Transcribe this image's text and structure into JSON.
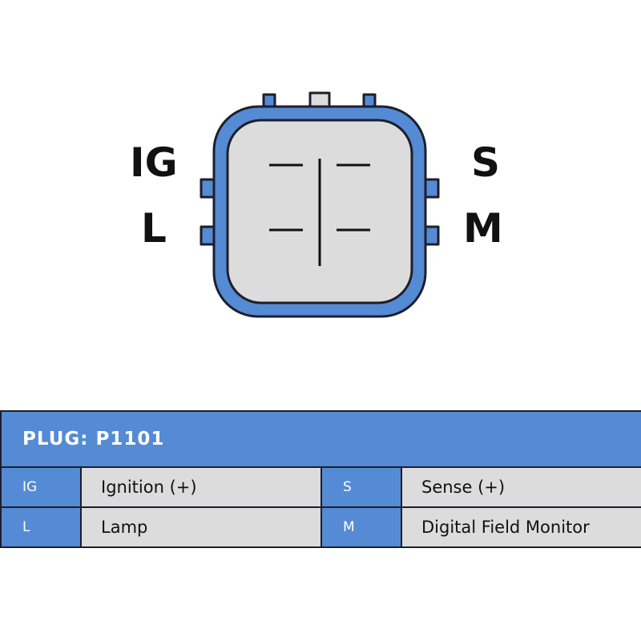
{
  "connector": {
    "colors": {
      "outline": "#1e1e2a",
      "housing": "#548bd4",
      "face": "#dcdcdc",
      "terminal": "#111111"
    },
    "pins": {
      "top_left": "IG",
      "bottom_left": "L",
      "top_right": "S",
      "bottom_right": "M"
    }
  },
  "table": {
    "title": "PLUG: P1101",
    "header_color": "#548bd4",
    "rows": [
      [
        {
          "code": "IG",
          "desc": "Ignition (+)"
        },
        {
          "code": "S",
          "desc": "Sense (+)"
        }
      ],
      [
        {
          "code": "L",
          "desc": "Lamp"
        },
        {
          "code": "M",
          "desc": "Digital Field Monitor"
        }
      ]
    ]
  }
}
